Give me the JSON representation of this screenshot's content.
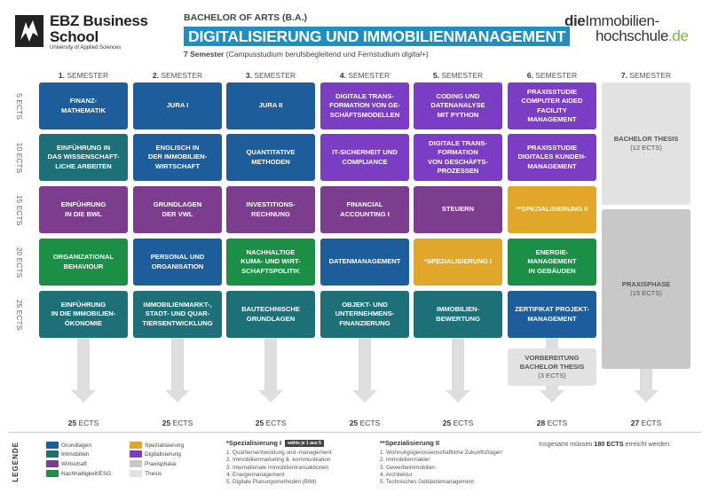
{
  "header": {
    "logo_line1": "EBZ Business",
    "logo_line2": "School",
    "logo_line3": "University of Applied Sciences",
    "degree": "BACHELOR OF ARTS (B.A.)",
    "title": "DIGITALISIERUNG UND IMMOBILIENMANAGEMENT",
    "subtitle_bold": "7 Semester",
    "subtitle_rest": " (Campusstudium berufsbegleitend und Fernstudium ",
    "subtitle_italic": "digital+",
    "subtitle_end": ")",
    "right_logo_a": "die",
    "right_logo_b": "Immobilien-",
    "right_logo_c": "hochschule",
    "right_logo_d": ".de"
  },
  "semesters": [
    {
      "num": "1.",
      "label": " SEMESTER"
    },
    {
      "num": "2.",
      "label": " SEMESTER"
    },
    {
      "num": "3.",
      "label": " SEMESTER"
    },
    {
      "num": "4.",
      "label": " SEMESTER"
    },
    {
      "num": "5.",
      "label": " SEMESTER"
    },
    {
      "num": "6.",
      "label": " SEMESTER"
    },
    {
      "num": "7.",
      "label": " SEMESTER"
    }
  ],
  "ects_rows": [
    "5 ECTS",
    "10 ECTS",
    "15 ECTS",
    "20 ECTS",
    "25 ECTS"
  ],
  "modules": {
    "c1": [
      "FINANZ-\nMATHEMATIK",
      "EINFÜHRUNG IN\nDAS WISSENSCHAFT-\nLICHE ARBEITEN",
      "EINFÜHRUNG\nIN DIE BWL",
      "ORGANIZATIONAL\nBEHAVIOUR",
      "EINFÜHRUNG\nIN DIE IMMOBILIEN-\nÖKONOMIE"
    ],
    "c2": [
      "JURA I",
      "ENGLISCH IN\nDER IMMOBILIEN-\nWIRTSCHAFT",
      "GRUNDLAGEN\nDER VWL",
      "PERSONAL UND\nORGANISATION",
      "IMMOBILIENMARKT-,\nSTADT- UND QUAR-\nTIERSENTWICKLUNG"
    ],
    "c3": [
      "JURA II",
      "QUANTITATIVE\nMETHODEN",
      "INVESTITIONS-\nRECHNUNG",
      "NACHHALTIGE\nKUMA- UND WIRT-\nSCHAFTSPOLITIK",
      "BAUTECHNISCHE\nGRUNDLAGEN"
    ],
    "c4": [
      "DIGITALE TRANS-\nFORMATION VON GE-\nSCHÄFTSMODELLEN",
      "IT-SICHERHEIT UND\nCOMPLIANCE",
      "FINANCIAL\nACCOUNTING I",
      "DATENMANAGEMENT",
      "OBJEKT- UND\nUNTERNEHMENS-\nFINANZIERUNG"
    ],
    "c5": [
      "CODING UND\nDATENANALYSE\nMIT PYTHON",
      "DIGITALE TRANS-\nFORMATION\nVON GESCHÄFTS-\nPROZESSEN",
      "STEUERN",
      "*SPEZIALISIERUNG I",
      "IMMOBILIEN-\nBEWERTUNG"
    ],
    "c6": [
      "PRAXISSTUDIE\nCOMPUTER AIDED\nFACILITY\nMANAGEMENT",
      "PRAXISSTUDIE\nDIGITALES KUNDEN-\nMANAGEMENT",
      "**SPEZIALISIERUNG II",
      "ENERGIE-\nMANAGEMENT\nIN GEBÄUDEN",
      "ZERTIFIKAT PROJEKT-\nMANAGEMENT"
    ],
    "c6_extra_title": "VORBEREITUNG\nBACHELOR THESIS",
    "c6_extra_ects": "(3 ECTS)",
    "c7_thesis_title": "BACHELOR THESIS",
    "c7_thesis_ects": "(12 ECTS)",
    "c7_praxis_title": "PRAXISPHASE",
    "c7_praxis_ects": "(15 ECTS)"
  },
  "totals": [
    {
      "num": "25",
      "unit": " ECTS"
    },
    {
      "num": "25",
      "unit": " ECTS"
    },
    {
      "num": "25",
      "unit": " ECTS"
    },
    {
      "num": "25",
      "unit": " ECTS"
    },
    {
      "num": "25",
      "unit": " ECTS"
    },
    {
      "num": "28",
      "unit": " ECTS"
    },
    {
      "num": "27",
      "unit": " ECTS"
    }
  ],
  "legend": {
    "title": "LEGENDE",
    "items": [
      {
        "label": "Grundlagen",
        "color": "#1d5d9b"
      },
      {
        "label": "Immobilien",
        "color": "#1e7078"
      },
      {
        "label": "Wirtschaft",
        "color": "#7c3d8f"
      },
      {
        "label": "Nachhaltigkeit/ESG",
        "color": "#1a8f45"
      },
      {
        "label": "Spezialisierung",
        "color": "#e0a72a"
      },
      {
        "label": "Digitalisierung",
        "color": "#7a3dc4"
      },
      {
        "label": "Praxisphase",
        "color": "#c8c8c8"
      },
      {
        "label": "Thesis",
        "color": "#e2e2e2"
      }
    ],
    "spec1_title": "*Spezialisierung I",
    "spec1_badge": "wähle je 1 aus 5",
    "spec1_items": [
      "1. Quartiersentwicklung und -management",
      "2. Immobilienmarketing & -kommunikation",
      "3. Internationale Immobilientransaktionen",
      "4. Energiemanagement",
      "5. Digitale Planungsmethoden (BIM)"
    ],
    "spec2_title": "**Spezialisierung II",
    "spec2_items": [
      "1. Wohnungsgenossenschaftliche Zukunftsfragen",
      "2. Immobilienmakler",
      "3. Gewerbeimmobilien",
      "4. Architektur",
      "5. Technisches Gebäudemanagement"
    ],
    "note_pre": "Insgesamt müssen ",
    "note_bold": "180 ECTS",
    "note_post": " erreicht werden."
  }
}
